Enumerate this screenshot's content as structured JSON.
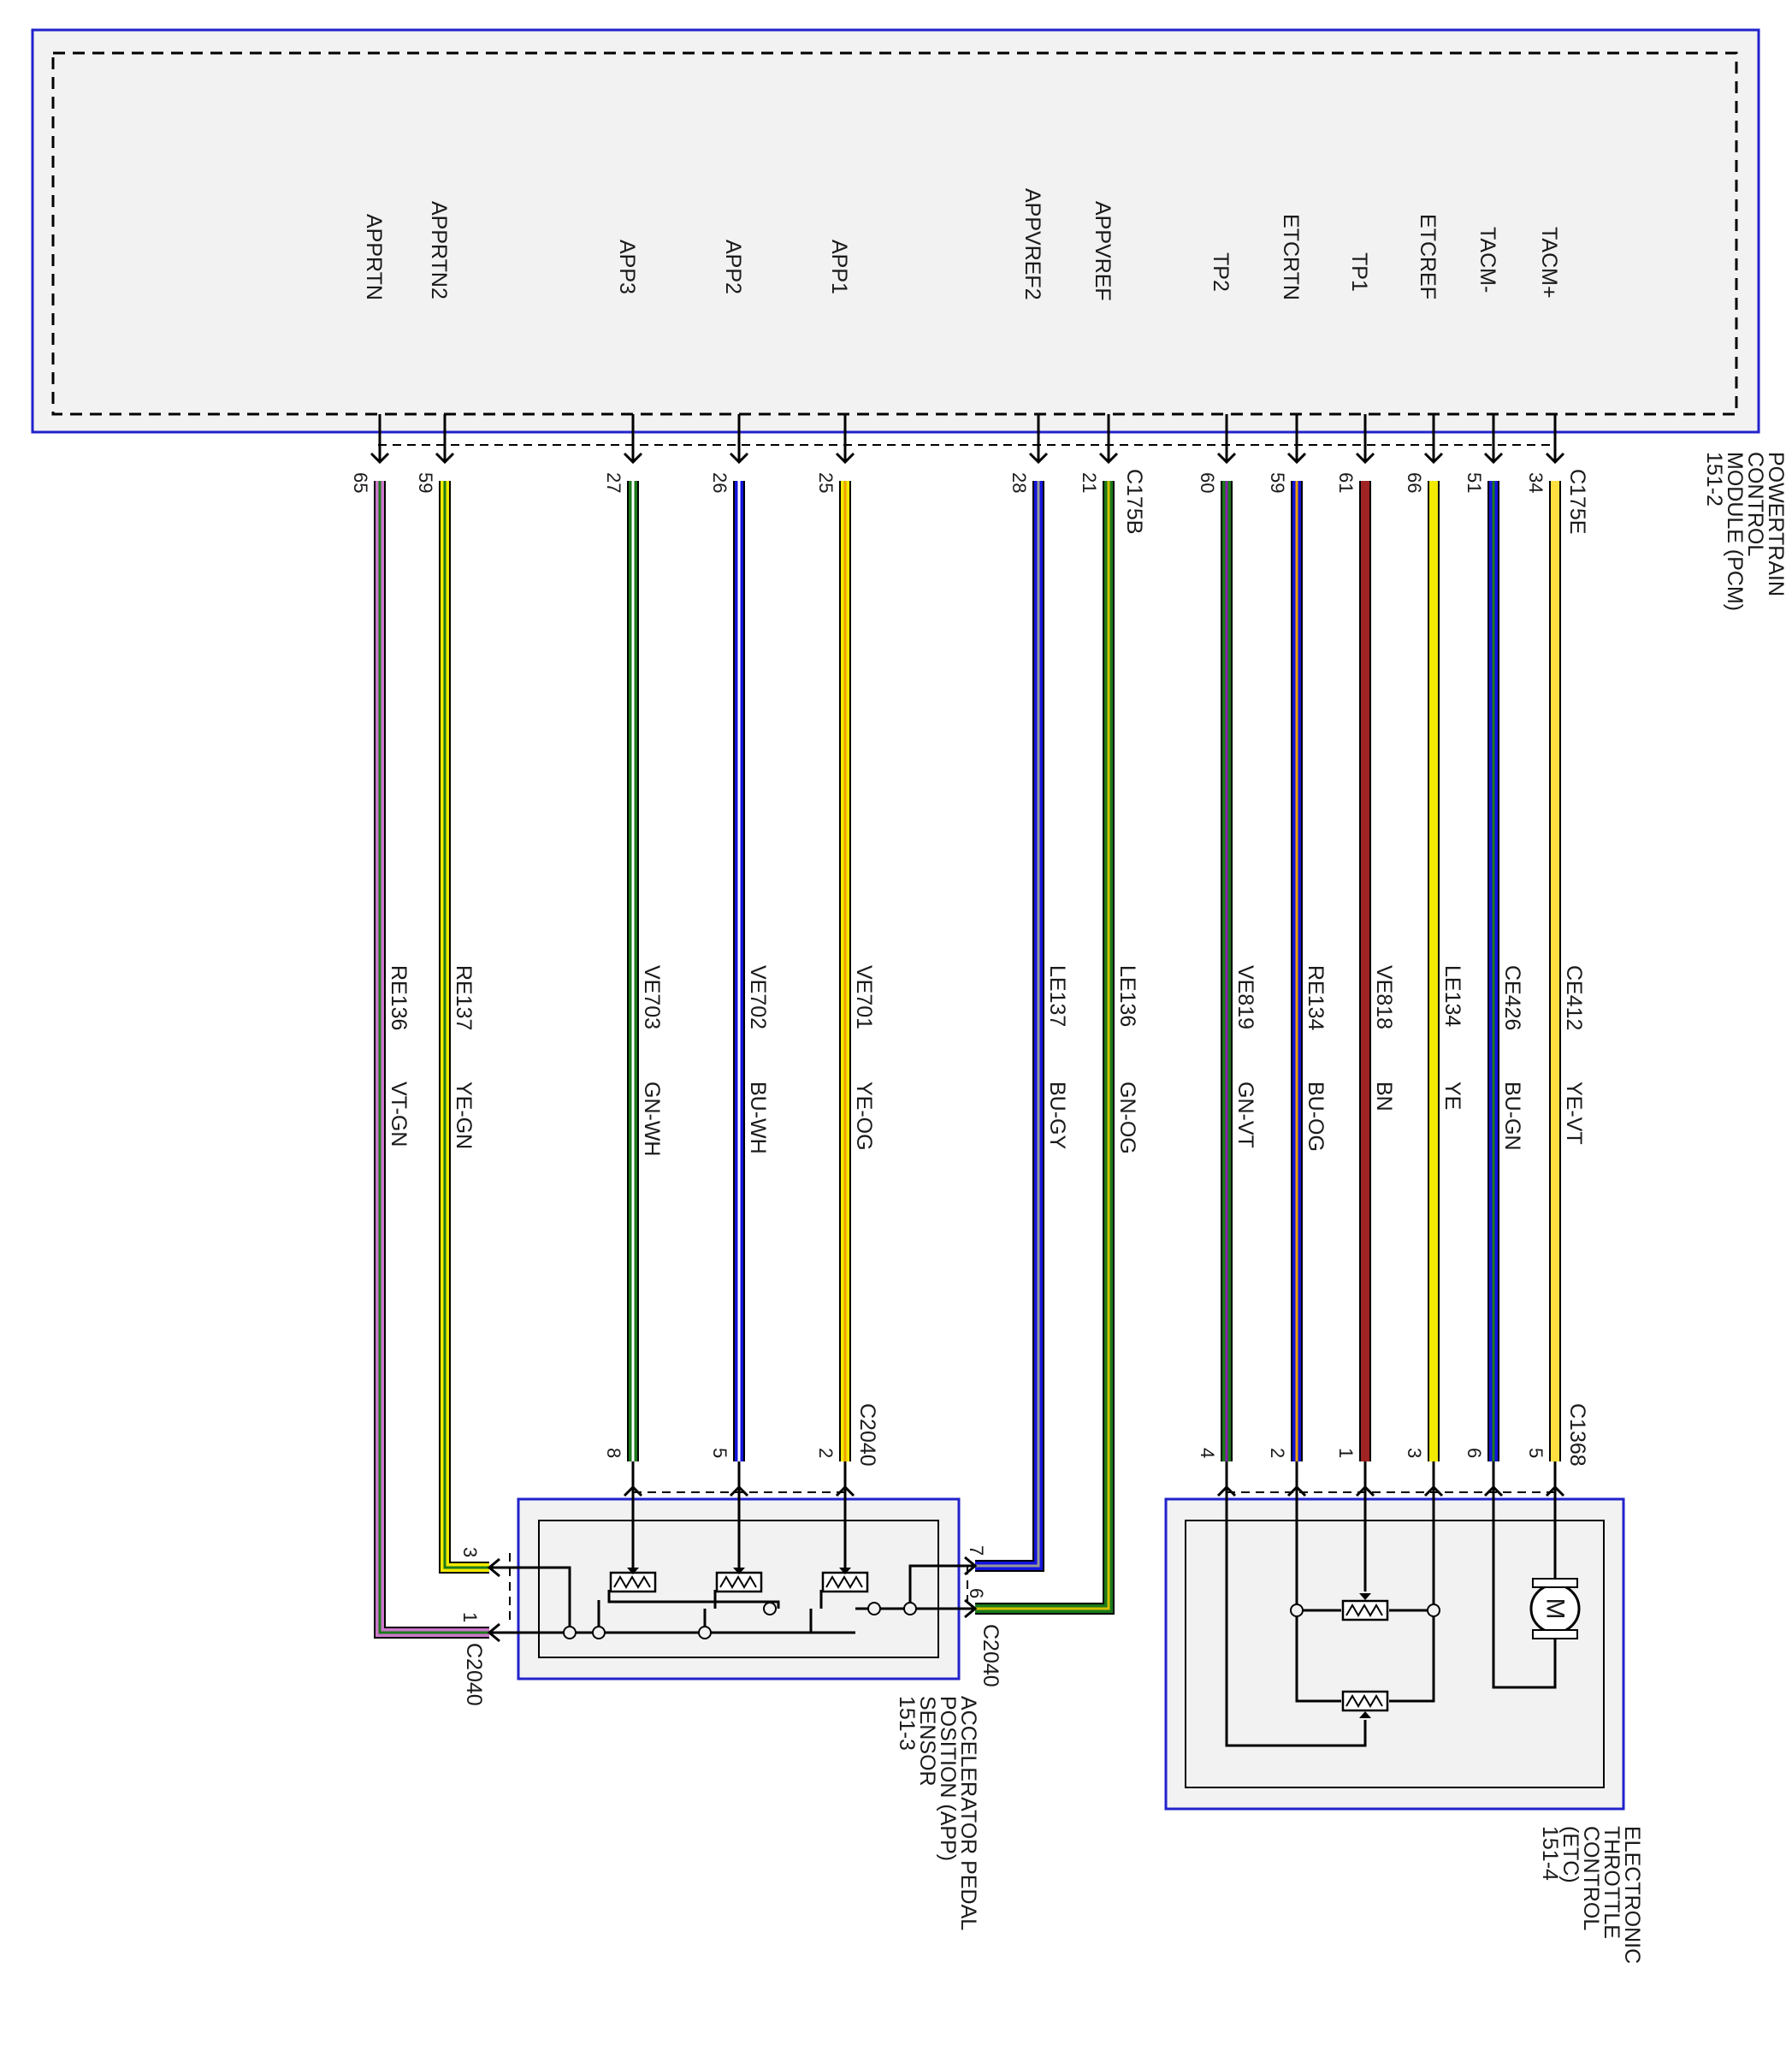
{
  "pcm": {
    "name_lines": [
      "POWERTRAIN",
      "CONTROL",
      "MODULE (PCM)",
      "151-2"
    ],
    "connectors": [
      "C175B",
      "C175E"
    ]
  },
  "app_sensor": {
    "name_lines": [
      "ACCELERATOR PEDAL",
      "POSITION (APP)",
      "SENSOR",
      "151-3"
    ],
    "connector": "C2040"
  },
  "etc": {
    "name_lines": [
      "ELECTRONIC",
      "THROTTLE",
      "CONTROL",
      "(ETC)",
      "151-4"
    ],
    "connector": "C1368"
  },
  "circuits": [
    {
      "signal": "APPRTN",
      "pcm_pin": "65",
      "circuit": "RE136",
      "color_code": "VT-GN",
      "dest": "app",
      "dest_pin": "1",
      "colors": [
        "#cc77cc",
        "#1a7a1a"
      ]
    },
    {
      "signal": "APPRTN2",
      "pcm_pin": "59",
      "circuit": "RE137",
      "color_code": "YE-GN",
      "dest": "app",
      "dest_pin": "3",
      "colors": [
        "#f2ea00",
        "#1a7a1a"
      ]
    },
    {
      "signal": "APP3",
      "pcm_pin": "27",
      "circuit": "VE703",
      "color_code": "GN-WH",
      "dest": "app",
      "dest_pin": "8",
      "colors": [
        "#1a7a1a",
        "#ffffff"
      ]
    },
    {
      "signal": "APP2",
      "pcm_pin": "26",
      "circuit": "VE702",
      "color_code": "BU-WH",
      "dest": "app",
      "dest_pin": "5",
      "colors": [
        "#1414dc",
        "#ffffff"
      ]
    },
    {
      "signal": "APP1",
      "pcm_pin": "25",
      "circuit": "VE701",
      "color_code": "YE-OG",
      "dest": "app",
      "dest_pin": "2",
      "colors": [
        "#f2ea00",
        "#f0a000"
      ]
    },
    {
      "signal": "APPVREF2",
      "pcm_pin": "28",
      "circuit": "LE137",
      "color_code": "BU-GY",
      "dest": "app",
      "dest_pin": "7",
      "colors": [
        "#1414dc",
        "#999999"
      ]
    },
    {
      "signal": "APPVREF",
      "pcm_pin": "21",
      "circuit": "LE136",
      "color_code": "GN-OG",
      "dest": "app",
      "dest_pin": "6",
      "colors": [
        "#1a7a1a",
        "#d4c000"
      ]
    },
    {
      "signal": "TP2",
      "pcm_pin": "60",
      "circuit": "VE819",
      "color_code": "GN-VT",
      "dest": "etc",
      "dest_pin": "4",
      "colors": [
        "#1a7a1a",
        "#8822aa"
      ]
    },
    {
      "signal": "ETCRTN",
      "pcm_pin": "59",
      "circuit": "RE134",
      "color_code": "BU-OG",
      "dest": "etc",
      "dest_pin": "2",
      "colors": [
        "#1414dc",
        "#f0a000"
      ]
    },
    {
      "signal": "TP1",
      "pcm_pin": "61",
      "circuit": "VE818",
      "color_code": "BN",
      "dest": "etc",
      "dest_pin": "1",
      "colors": [
        "#a02424",
        "#a02424"
      ]
    },
    {
      "signal": "ETCREF",
      "pcm_pin": "66",
      "circuit": "LE134",
      "color_code": "YE",
      "dest": "etc",
      "dest_pin": "3",
      "colors": [
        "#f2ea00",
        "#f2ea00"
      ]
    },
    {
      "signal": "TACM-",
      "pcm_pin": "51",
      "circuit": "CE426",
      "color_code": "BU-GN",
      "dest": "etc",
      "dest_pin": "6",
      "colors": [
        "#1414dc",
        "#1a7a1a"
      ]
    },
    {
      "signal": "TACM+",
      "pcm_pin": "34",
      "circuit": "CE412",
      "color_code": "YE-VT",
      "dest": "etc",
      "dest_pin": "5",
      "colors": [
        "#ffe040",
        "#ffe040"
      ]
    }
  ]
}
